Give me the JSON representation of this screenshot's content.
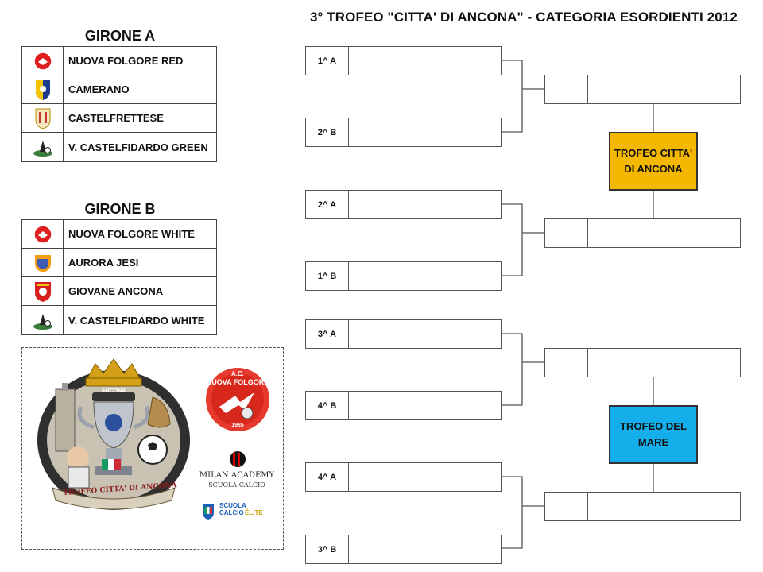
{
  "title": "3° TROFEO \"CITTA' DI ANCONA\" - CATEGORIA ESORDIENTI 2012",
  "groups": [
    {
      "name": "GIRONE A",
      "teams": [
        "NUOVA FOLGORE RED",
        "CAMERANO",
        "CASTELFRETTESE",
        "V. CASTELFIDARDO GREEN"
      ]
    },
    {
      "name": "GIRONE B",
      "teams": [
        "NUOVA FOLGORE WHITE",
        "AURORA JESI",
        "GIOVANE ANCONA",
        "V. CASTELFIDARDO WHITE"
      ]
    }
  ],
  "bracket": {
    "first_round": [
      "1^ A",
      "2^ B",
      "2^ A",
      "1^ B",
      "3^ A",
      "4^ B",
      "4^ A",
      "3^ B"
    ],
    "trophies": [
      {
        "label_line1": "TROFEO CITTA'",
        "label_line2": "DI ANCONA",
        "color": "#F5B800"
      },
      {
        "label_line1": "TROFEO DEL",
        "label_line2": "MARE",
        "color": "#14AEEA"
      }
    ]
  },
  "logos": {
    "badge_text": "TROFEO CITTA' DI ANCONA",
    "badge_ribbon": "ANCONA",
    "club_name_top": "A.C.",
    "club_name": "NUOVA FOLGORE",
    "club_year": "1985",
    "academy_line1": "MILAN ACADEMY",
    "academy_line2": "SCUOLA CALCIO",
    "elite_line1": "SCUOLA",
    "elite_line2": "CALCIO",
    "elite_line3": "ÉLITE"
  }
}
